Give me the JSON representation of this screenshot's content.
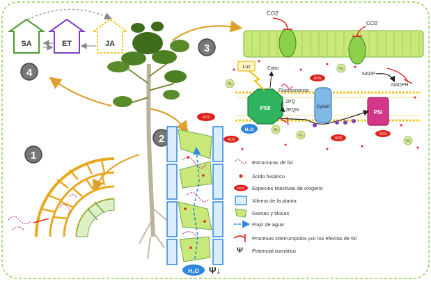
{
  "hormones": {
    "sa": "SA",
    "et": "ET",
    "ja": "JA"
  },
  "steps": {
    "s1": "1",
    "s2": "2",
    "s3": "3",
    "s4": "4"
  },
  "membrane": {
    "co2_left": "CO2",
    "co2_right": "CO2",
    "luz": "Luz",
    "calor": "Calor",
    "fluorescencia": "Fluorescencia",
    "psii": "PSII",
    "psi": "PSI",
    "cytb6f": "Cytb6f",
    "pq": "2PQ",
    "pqh": "2PQH",
    "nadp": "NADP",
    "nadph": "NADPH",
    "ros": "ROS",
    "o2": "¹O₂",
    "h2o": "H₂O"
  },
  "legend": [
    {
      "text": "Estructuras de fol",
      "icon": "fungal-structure-icon"
    },
    {
      "text": "Ácido fusárico",
      "icon": "red-dot-icon"
    },
    {
      "text": "Especies reactivas de oxígeno",
      "icon": "ros-ellipse-icon"
    },
    {
      "text": "Xilema de la planta",
      "icon": "xylem-rect-icon"
    },
    {
      "text": "Gomas y tilosas",
      "icon": "gum-shape-icon"
    },
    {
      "text": "Flujo de agua",
      "icon": "water-arrow-icon"
    },
    {
      "text": "Procesos interrumpidos por los efectos de fol",
      "icon": "red-inhibition-icon"
    },
    {
      "text": "Potencial osmótico",
      "icon": "psi-icon"
    }
  ],
  "bottom": {
    "h2o": "H₂O",
    "psi": "Ψ↓"
  },
  "colors": {
    "green_light": "#c9e87a",
    "green_dark": "#76b043",
    "purple": "#7b3fbf",
    "yellow": "#f5c518",
    "orange_arrow": "#e0a030",
    "blue_xylem": "#2e86de",
    "red": "#e0201a",
    "magenta": "#d4368a"
  }
}
